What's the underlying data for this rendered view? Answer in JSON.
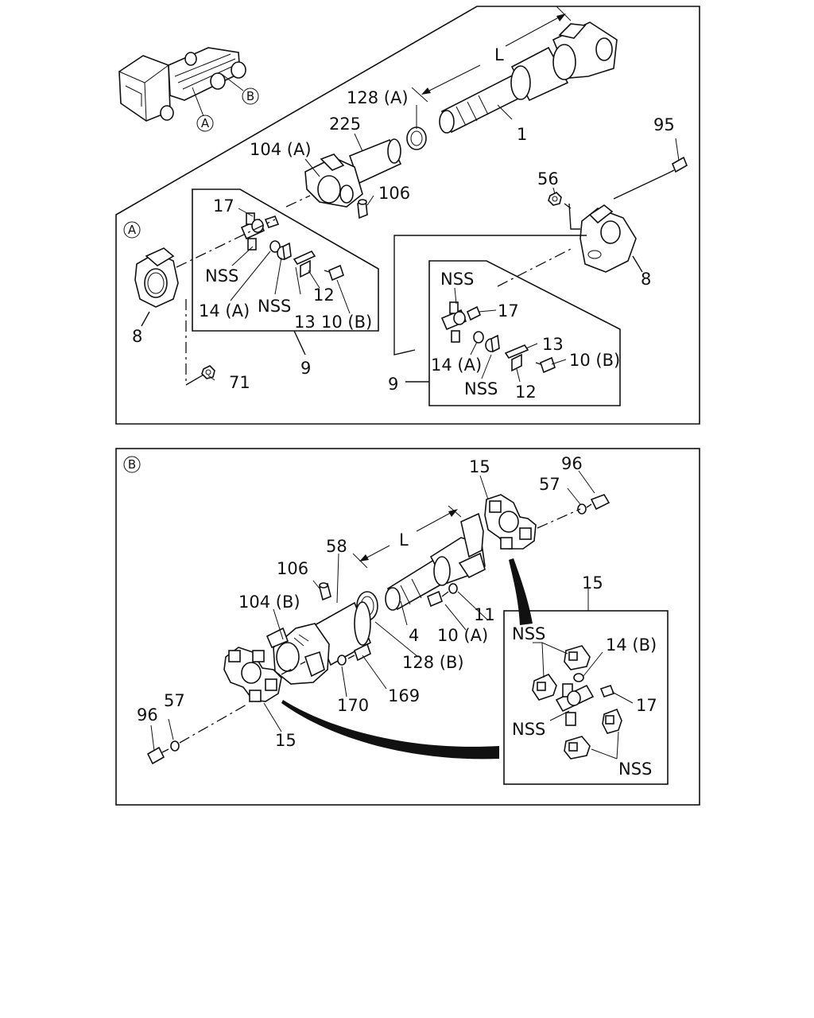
{
  "section_a": {
    "marker": "A",
    "labels": {
      "l_dim": "L",
      "p128a": "128 (A)",
      "p225": "225",
      "p1": "1",
      "p104a": "104 (A)",
      "p106": "106",
      "p95": "95",
      "p56": "56",
      "p17_left": "17",
      "nss_left_1": "NSS",
      "p14a_left": "14 (A)",
      "nss_left_2": "NSS",
      "p13_left": "13",
      "p12_left": "12",
      "p10b_left": "10 (B)",
      "p8_left": "8",
      "p9_left": "9",
      "p71": "71",
      "p8_right": "8",
      "nss_right_1": "NSS",
      "p17_right": "17",
      "p13_right": "13",
      "p14a_right": "14 (A)",
      "p10b_right": "10 (B)",
      "nss_right_2": "NSS",
      "p12_right": "12",
      "p9_right": "9"
    }
  },
  "truck_markers": {
    "a": "A",
    "b": "B"
  },
  "section_b": {
    "marker": "B",
    "labels": {
      "p15_top": "15",
      "p96_top": "96",
      "p57_top": "57",
      "l_dim": "L",
      "p58": "58",
      "p106": "106",
      "p104b": "104 (B)",
      "p4": "4",
      "p10a": "10 (A)",
      "p11": "11",
      "p128b": "128 (B)",
      "p169": "169",
      "p170": "170",
      "p96_bottom": "96",
      "p57_bottom": "57",
      "p15_bottom": "15",
      "p15_detail": "15",
      "nss_detail_1": "NSS",
      "p14b": "14 (B)",
      "p17_detail": "17",
      "nss_detail_2": "NSS",
      "nss_detail_3": "NSS"
    }
  }
}
